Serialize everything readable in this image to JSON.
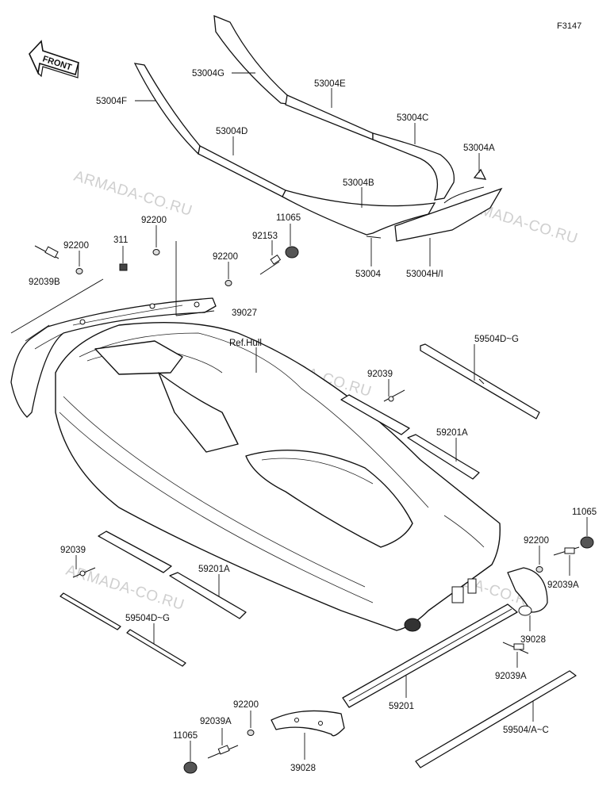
{
  "diagram_code": "F3147",
  "front_label": "FRONT",
  "hull_ref": "Ref.Hull",
  "watermark": "ARMADA-CO.RU",
  "parts": {
    "p53004G": "53004G",
    "p53004E": "53004E",
    "p53004F": "53004F",
    "p53004D": "53004D",
    "p53004C": "53004C",
    "p53004A": "53004A",
    "p53004B": "53004B",
    "p53004": "53004",
    "p53004HI": "53004H/I",
    "p11065_top": "11065",
    "p92153": "92153",
    "p92200_a": "92200",
    "p311": "311",
    "p92200_b": "92200",
    "p92200_c": "92200",
    "p92039B": "92039B",
    "p39027": "39027",
    "p92039_r": "92039",
    "p59504DG_r": "59504D~G",
    "p59201A_r": "59201A",
    "p92039_l": "92039",
    "p59201A_l": "59201A",
    "p59504DG_l": "59504D~G",
    "p11065_r": "11065",
    "p92200_r": "92200",
    "p92039A_r1": "92039A",
    "p39028_r": "39028",
    "p92039A_r2": "92039A",
    "p59201": "59201",
    "p92200_bl": "92200",
    "p92039A_bl": "92039A",
    "p11065_bl": "11065",
    "p39028_b": "39028",
    "p59504AC": "59504/A~C"
  }
}
